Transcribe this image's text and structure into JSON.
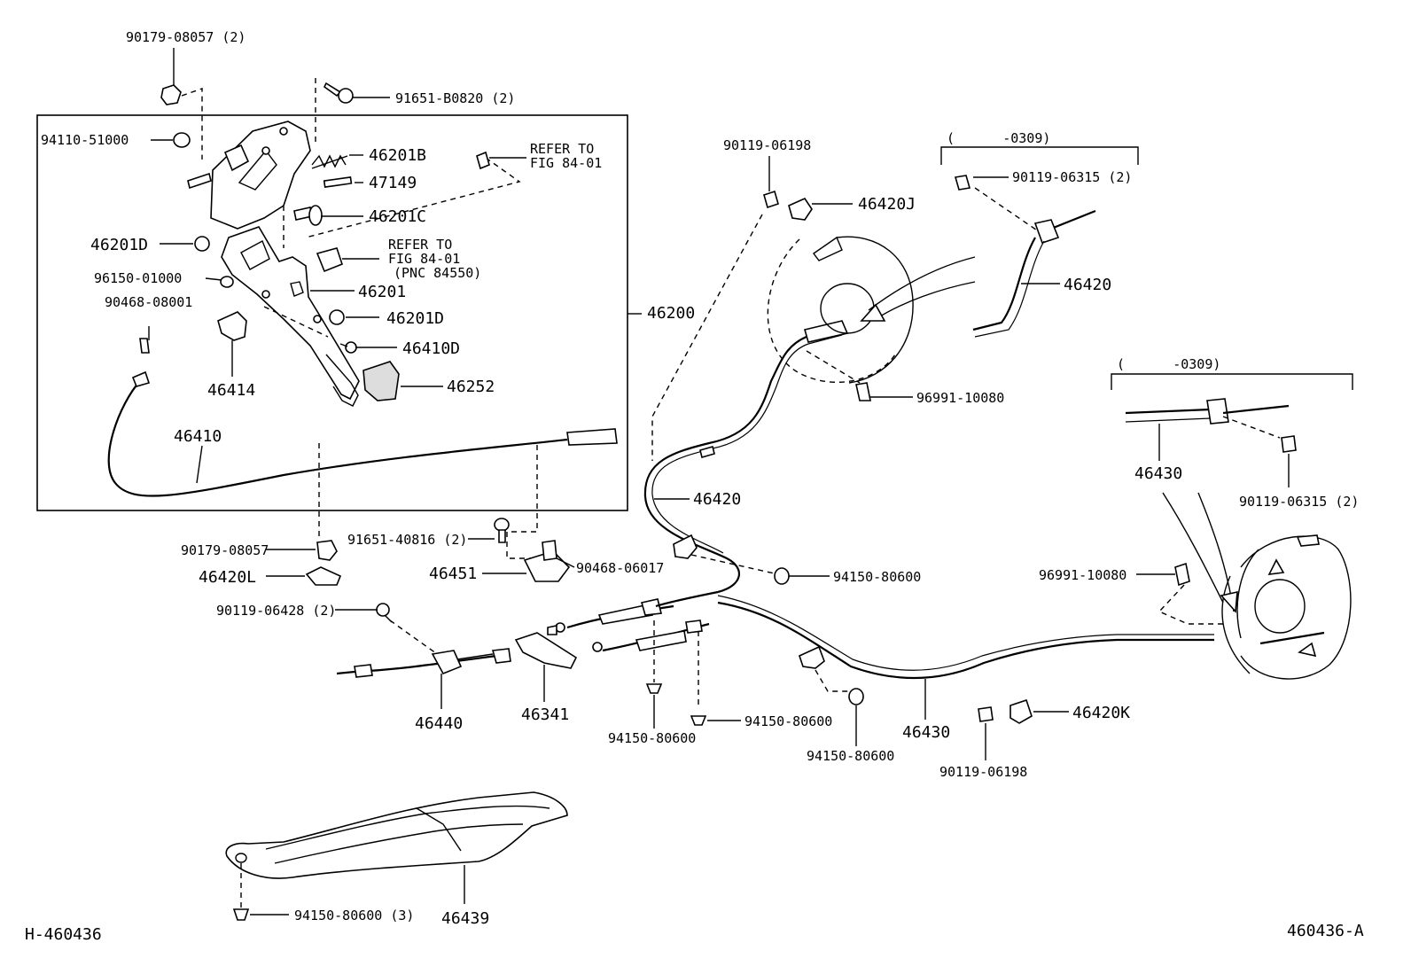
{
  "diagram_codes": {
    "left": "H-460436",
    "right": "460436-A"
  },
  "refer_1": {
    "line1": "REFER TO",
    "line2": "FIG 84-01"
  },
  "refer_2": {
    "line1": "REFER TO",
    "line2": "FIG 84-01",
    "line3": "(PNC 84550)"
  },
  "range_1": "(      -0309)",
  "range_2": "(      -0309)",
  "labels": {
    "p90179_08057_2": "90179-08057 (2)",
    "p91651_b0820_2": "91651-B0820 (2)",
    "p94110_51000": "94110-51000",
    "p46201b": "46201B",
    "p47149": "47149",
    "p46201c": "46201C",
    "p46201d_a": "46201D",
    "p96150_01000": "96150-01000",
    "p46201": "46201",
    "p90468_08001": "90468-08001",
    "p46201d_b": "46201D",
    "p46410d": "46410D",
    "p46252": "46252",
    "p46414": "46414",
    "p46410": "46410",
    "p46200": "46200",
    "p90119_06198_a": "90119-06198",
    "p46420j": "46420J",
    "p90119_06315_a": "90119-06315 (2)",
    "p46420_a": "46420",
    "p96991_10080_a": "96991-10080",
    "p46420_b": "46420",
    "p46430_a": "46430",
    "p90119_06315_b": "90119-06315 (2)",
    "p90179_08057": "90179-08057",
    "p91651_40816_2": "91651-40816 (2)",
    "p46420l": "46420L",
    "p46451": "46451",
    "p90468_06017": "90468-06017",
    "p94150_80600_a": "94150-80600",
    "p96991_10080_b": "96991-10080",
    "p90119_06428_2": "90119-06428 (2)",
    "p46440": "46440",
    "p46341": "46341",
    "p94150_80600_b": "94150-80600",
    "p94150_80600_c": "94150-80600",
    "p94150_80600_d": "94150-80600",
    "p46430_b": "46430",
    "p46420k": "46420K",
    "p90119_06198_b": "90119-06198",
    "p94150_80600_3": "94150-80600 (3)",
    "p46439": "46439"
  }
}
